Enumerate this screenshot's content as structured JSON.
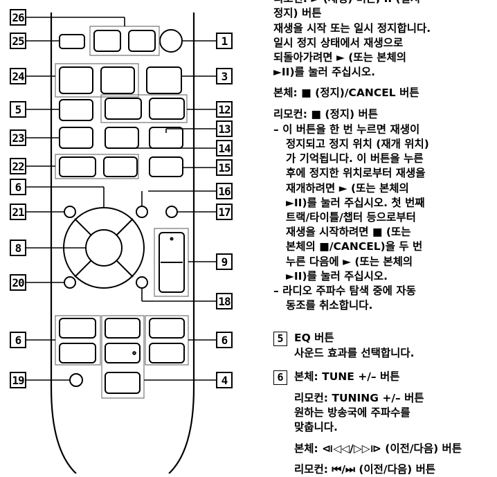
{
  "callouts": {
    "c1": "1",
    "c3": "3",
    "c4": "4",
    "c5": "5",
    "c6a": "6",
    "c6b": "6",
    "c6c": "6",
    "c8": "8",
    "c9": "9",
    "c12": "12",
    "c13": "13",
    "c14": "14",
    "c15": "15",
    "c16": "16",
    "c17": "17",
    "c18": "18",
    "c19": "19",
    "c20": "20",
    "c21": "21",
    "c22": "22",
    "c23": "23",
    "c24": "24",
    "c25": "25",
    "c26": "26"
  },
  "text": {
    "l0": "리모컨: ► (재생) 버튼, II (일시",
    "l1": "정지) 버튼",
    "l2": "재생을 시작 또는 일시 정지합니다.",
    "l3": "일시 정지 상태에서 재생으로",
    "l4": "되돌아가려면 ► (또는 본체의",
    "l5": "►II)를 눌러 주십시오.",
    "l6": "본체: ■ (정지)/CANCEL 버튼",
    "l7": "리모컨: ■ (정지) 버튼",
    "l8": "– 이 버튼을 한 번 누르면 재생이",
    "l9": "정지되고 정지 위치 (재개 위치)",
    "l10": "가 기억됩니다. 이 버튼을 누른",
    "l11": "후에 정지한 위치로부터 재생을",
    "l12": "재개하려면 ► (또는 본체의",
    "l13": "►II)를 눌러 주십시오. 첫 번째",
    "l14": "트랙/타이틀/챕터 등으로부터",
    "l15": "재생을 시작하려면 ■ (또는",
    "l16": "본체의 ■/CANCEL)을 두 번",
    "l17": "누른 다음에 ► (또는 본체의",
    "l18": "►II)를 눌러 주십시오.",
    "l19": "– 라디오 주파수 탐색 중에 자동",
    "l20": "동조를 취소합니다.",
    "s5num": "5",
    "s5title": "EQ 버튼",
    "s5desc": "사운드 효과를 선택합니다.",
    "s6num": "6",
    "s6title": "본체: TUNE +/– 버튼",
    "l24": "리모컨: TUNING +/– 버튼",
    "l25": "원하는 방송국에 주파수를",
    "l26": "맞춥니다.",
    "l27": "본체: ⧏◁◁/▷▷⧐ (이전/다음) 버튼",
    "l28": "리모컨: ⏮/⏭ (이전/다음) 버튼"
  }
}
